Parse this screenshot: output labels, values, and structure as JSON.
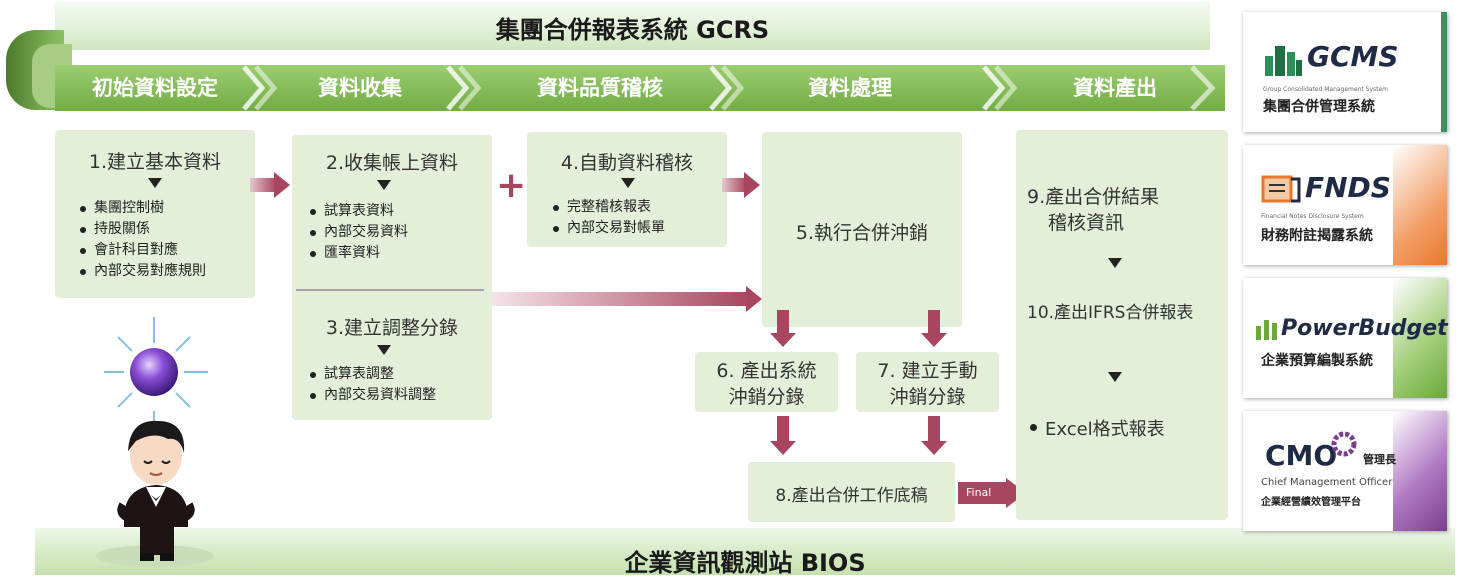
{
  "header": {
    "title": "集團合併報表系統 GCRS"
  },
  "stages": [
    "初始資料設定",
    "資料收集",
    "資料品質稽核",
    "資料處理",
    "資料產出"
  ],
  "box1": {
    "title": "1.建立基本資料",
    "items": [
      "集團控制樹",
      "持股關係",
      "會計科目對應",
      "內部交易對應規則"
    ]
  },
  "box2": {
    "title": "2.收集帳上資料",
    "items": [
      "試算表資料",
      "內部交易資料",
      "匯率資料"
    ]
  },
  "box3": {
    "title": "3.建立調整分錄",
    "items": [
      "試算表調整",
      "內部交易資料調整"
    ]
  },
  "box4": {
    "title": "4.自動資料稽核",
    "items": [
      "完整稽核報表",
      "內部交易對帳單"
    ]
  },
  "plus": "+",
  "box5": {
    "title": "5.執行合併沖銷"
  },
  "box6": {
    "line1": "6. 產出系統",
    "line2": "沖銷分錄"
  },
  "box7": {
    "line1": "7. 建立手動",
    "line2": "沖銷分錄"
  },
  "box8": {
    "title": "8.產出合併工作底稿"
  },
  "final_label": "Final",
  "output": {
    "item9_line1": "9.產出合併結果",
    "item9_line2": "稽核資訊",
    "item10": "10.產出IFRS合併報表",
    "item11": "Excel格式報表"
  },
  "footer": {
    "title": "企業資訊觀測站 BIOS"
  },
  "products": [
    {
      "name": "GCMS",
      "sub": "Group Consolidated Management System",
      "cn": "集團合併管理系統",
      "accent": "#2f8f5a"
    },
    {
      "name": "FNDS",
      "sub": "Financial Notes Disclosure System",
      "cn": "財務附註揭露系統",
      "accent": "#e8772e"
    },
    {
      "name": "PowerBudget",
      "sub": "",
      "cn": "企業預算編製系統",
      "accent": "#6aa83a"
    },
    {
      "name": "CMO",
      "sub": "Chief Management Officer",
      "cn": "企業經營績效管理平台",
      "badge": "管理長",
      "accent": "#7a3f8f"
    }
  ]
}
